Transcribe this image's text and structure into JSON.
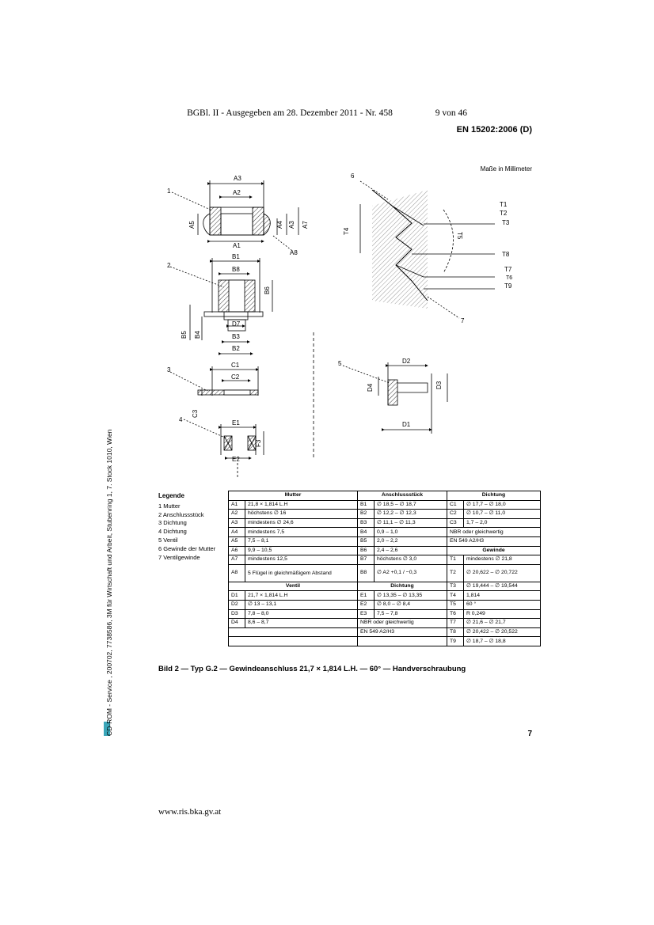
{
  "header": {
    "gazette": "BGBl. II - Ausgegeben am 28. Dezember 2011 - Nr. 458",
    "page_of": "9 von 46"
  },
  "doc_id": "EN 15202:2006 (D)",
  "units_note": "Maße in Millimeter",
  "side_text": "CD-ROM - Service , 200702, 7738586, 3M für Wirtschaft und Arbeit, Stubenring 1, 7. Stock 1010, Wien",
  "figure_labels": {
    "a1": "A1",
    "a2": "A2",
    "a3": "A3",
    "a4": "A4",
    "a5": "A5",
    "a7": "A7",
    "a8": "A8",
    "b1": "B1",
    "b2": "B2",
    "b3": "B3",
    "b4": "B4",
    "b5": "B5",
    "b6": "B6",
    "b8": "B8",
    "c1": "C1",
    "c2": "C2",
    "c3": "C3",
    "d1": "D1",
    "d2": "D2",
    "d3": "D3",
    "d4": "D4",
    "d7": "D7",
    "e1": "E1",
    "e2": "E2",
    "f3": "F3",
    "t1": "T1",
    "t2": "T2",
    "t3": "T3",
    "t4": "T4",
    "t5": "T5",
    "t6": "T6",
    "t7": "T7",
    "t8": "T8",
    "t9": "T9",
    "n1": "1",
    "n2": "2",
    "n3": "3",
    "n4": "4",
    "n5": "5",
    "n6": "6",
    "n7": "7"
  },
  "legend": {
    "title": "Legende",
    "items": [
      "1 Mutter",
      "2 Anschlussstück",
      "3 Dichtung",
      "4 Dichtung",
      "5 Ventil",
      "6 Gewinde der Mutter",
      "7 Ventilgewinde"
    ]
  },
  "table": {
    "h_mutter": "Mutter",
    "h_anschluss": "Anschlussstück",
    "h_dichtung1": "Dichtung",
    "h_gewinde": "Gewinde",
    "h_ventil": "Ventil",
    "h_dichtung2": "Dichtung",
    "r1": [
      "A1",
      "21,8 × 1,814 L.H",
      "B1",
      "∅ 18,5 – ∅ 18,7",
      "C1",
      "∅ 17,7 – ∅ 18,0"
    ],
    "r2": [
      "A2",
      "höchstens ∅ 16",
      "B2",
      "∅ 12,2 – ∅ 12,3",
      "C2",
      "∅ 10,7 – ∅ 11,0"
    ],
    "r3": [
      "A3",
      "mindestens ∅ 24,6",
      "B3",
      "∅ 11,1 – ∅ 11,3",
      "C3",
      "1,7 – 2,0"
    ],
    "r4": [
      "A4",
      "mindestens 7,5",
      "B4",
      "0,9 – 1,0",
      "NBR oder gleichwertig"
    ],
    "r5": [
      "A5",
      "7,5 – 8,1",
      "B5",
      "2,0 – 2,2",
      "EN 549 A2/H3"
    ],
    "r6": [
      "A6",
      "9,9 – 10,5",
      "B6",
      "2,4 – 2,6"
    ],
    "r7": [
      "A7",
      "mindestens 12,5",
      "B7",
      "höchstens ∅ 3,0",
      "T1",
      "mindestens ∅ 21,8"
    ],
    "r8": [
      "A8",
      "5 Flügel in gleichmäßigem Abstand",
      "B8",
      "∅ A2 +0,1 / −0,3",
      "T2",
      "∅ 20,622 – ∅ 20,722"
    ],
    "r9": [
      "T3",
      "∅ 19,444 – ∅ 19,544"
    ],
    "r10": [
      "D1",
      "21,7 × 1,814 L.H",
      "E1",
      "∅ 13,35 – ∅ 13,35",
      "T4",
      "1,814"
    ],
    "r11": [
      "D2",
      "∅ 13 – 13,1",
      "E2",
      "∅ 8,0 – ∅ 8,4",
      "T5",
      "60 °"
    ],
    "r12": [
      "D3",
      "7,8 – 8,0",
      "E3",
      "7,5 – 7,8",
      "T6",
      "R 0,249"
    ],
    "r13": [
      "D4",
      "8,6 – 8,7",
      "NBR oder gleichwertig",
      "T7",
      "∅ 21,6 – ∅ 21,7"
    ],
    "r14": [
      "EN 549 A2/H3",
      "T8",
      "∅ 20,422 – ∅ 20,522"
    ],
    "r15": [
      "T9",
      "∅ 18,7 – ∅ 18,8"
    ]
  },
  "caption": "Bild 2 — Typ G.2 — Gewindeanschluss 21,7 × 1,814 L.H. — 60° — Handverschraubung",
  "page_number": "7",
  "footer": "www.ris.bka.gv.at",
  "colors": {
    "side_bar": "#3aa6b9"
  }
}
